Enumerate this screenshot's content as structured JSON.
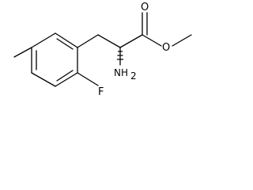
{
  "molecule": {
    "atoms": {
      "oxygen_carbonyl": "O",
      "oxygen_ester": "O",
      "amine": "NH",
      "amine_sub": "2",
      "fluorine": "F"
    }
  }
}
